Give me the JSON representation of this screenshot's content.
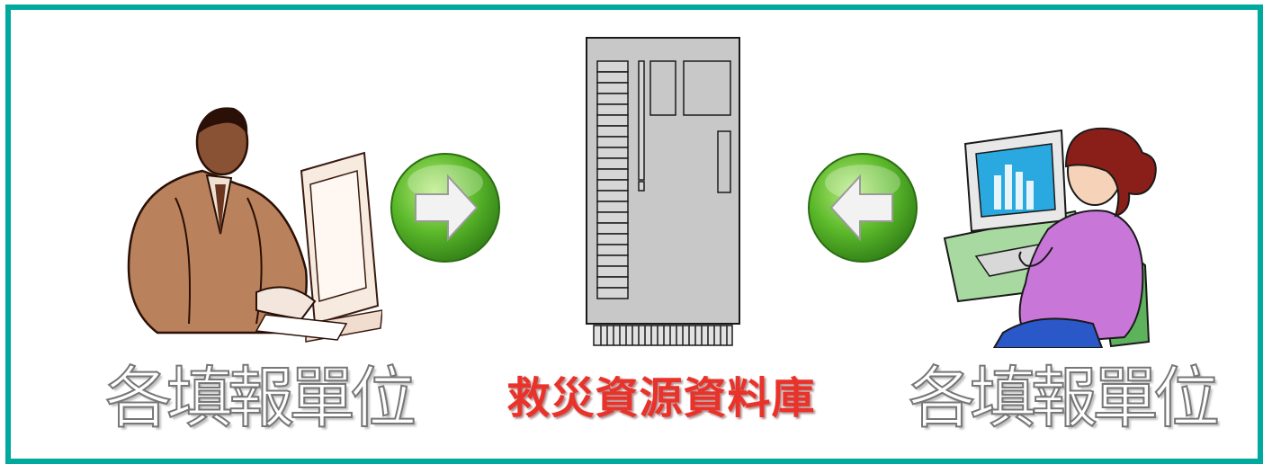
{
  "diagram": {
    "left_label": "各填報單位",
    "center_label": "救災資源資料庫",
    "right_label": "各填報單位"
  },
  "colors": {
    "frame": "#00a99d",
    "center_label": "#e8322a",
    "arrow_green": "#5bb82a",
    "server_gray": "#c8c8c8"
  },
  "icons": {
    "left_person": "man-at-computer-icon",
    "left_arrow": "right-arrow-icon",
    "center": "database-server-icon",
    "right_arrow": "left-arrow-icon",
    "right_person": "woman-at-computer-icon"
  }
}
